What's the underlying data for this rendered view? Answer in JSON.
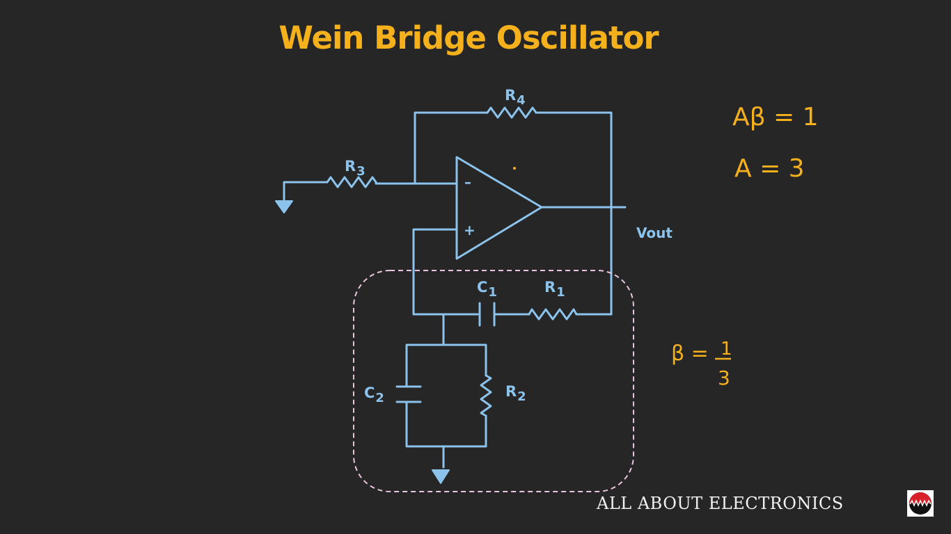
{
  "title": "Wein Bridge Oscillator",
  "labels": {
    "r1_main": "R",
    "r1_sub": "1",
    "r2_main": "R",
    "r2_sub": "2",
    "r3_main": "R",
    "r3_sub": "3",
    "r4_main": "R",
    "r4_sub": "4",
    "c1_main": "C",
    "c1_sub": "1",
    "c2_main": "C",
    "c2_sub": "2",
    "minus": "–",
    "plus": "+",
    "vout": "Vout"
  },
  "notes": {
    "loop_gain": "Aβ = 1",
    "gain": "A = 3",
    "beta_lhs": "β =",
    "beta_num": "1",
    "beta_den": "3"
  },
  "brand": "ALL ABOUT ELECTRONICS",
  "colors": {
    "background": "#262626",
    "wire": "#8cc3ec",
    "accent": "#f5b11c",
    "dashed_box": "#e8c6dc"
  }
}
